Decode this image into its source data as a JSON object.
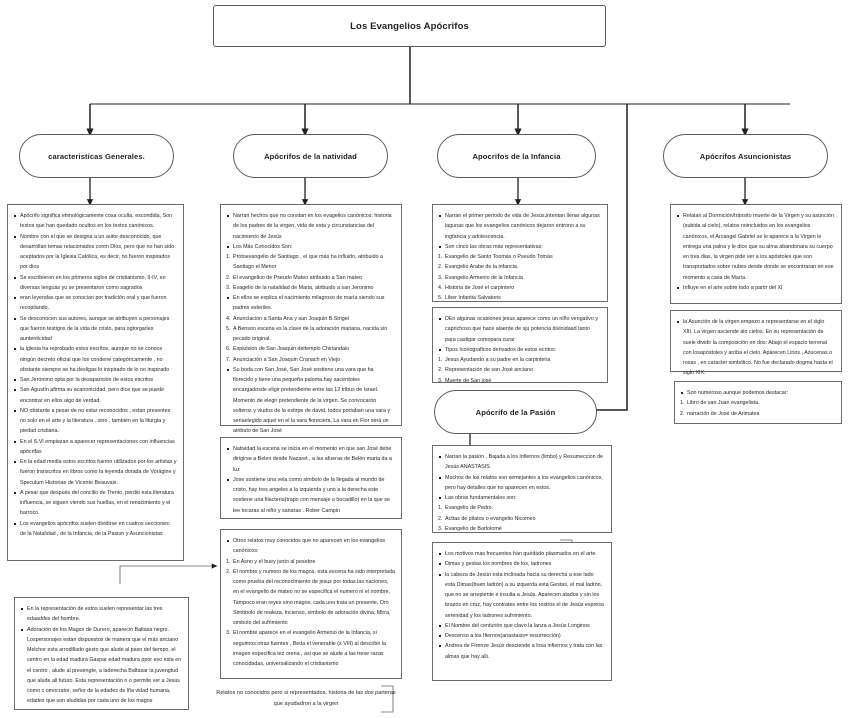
{
  "diagram": {
    "type": "mindmap-tree",
    "title": "Los Evangelios Apócrifos",
    "root": {
      "label": "Los Evangelios Apócrifos"
    },
    "branches": [
      {
        "id": "generales",
        "label": "caracteristicas Generales."
      },
      {
        "id": "natividad",
        "label": "Apócrifos de la natividad"
      },
      {
        "id": "infancia",
        "label": "Apocrifos de la Infancia"
      },
      {
        "id": "asuncionistas",
        "label": "Apócrifos Asuncionistas"
      },
      {
        "id": "pasion",
        "label": "Apócrifo de la Pasión"
      }
    ],
    "cards": {
      "generales_1": [
        {
          "marker": "bullet",
          "text": "Apócrifo significa etimológicamente cosa oculta, escondida, Son textos que han  quedado ocultos en los textos canónicos."
        },
        {
          "marker": "bullet",
          "text": "Nombre con el que se designa  a un autor desconocido, que desarrollan temas relacionados conm Dios, pero que no han sido aceptados por la Iglesia Católica, es decir, no fueron inspirados por dios"
        },
        {
          "marker": "bullet",
          "text": " Se escribieron en los primeros siglos de cristianismo, II-IV, en diversas lenguas yu se presentaron como sagrados"
        },
        {
          "marker": "bullet",
          "text": "eran leyendas que se conocian por tradición oral y que fueron recopilando."
        },
        {
          "marker": "bullet",
          "text": "Se desconocen sus autores, aunque se atribuyen  a personajes que fueron testigos de la vida de cristo, para ogtorgarles auntenticidad"
        },
        {
          "marker": "bullet",
          "text": "la iglesia ha reprobado estos escritos, aunque no se conoce ningún decreto oficial que los condene categóricamente , no obstante siempre se ha desligas lo inspirado de lo no inspirado"
        },
        {
          "marker": "bullet",
          "text": "San Jerónimo opta por la desaparición de estos escritos"
        },
        {
          "marker": "bullet",
          "text": "San Agustín afirma su acanonicidad, pero dice que se puede encontrar en ellos algo de verdad."
        },
        {
          "marker": "bullet",
          "text": "NO obstante a pesar de no estar reconocidos , estan presentes no solo en el arte y la literatura , sino , también en la liturgia y piedad cristiana."
        },
        {
          "marker": "bullet",
          "text": "En el S.VI empiezan a aparecer representaciones con influencias apócrifas"
        },
        {
          "marker": "bullet",
          "text": "En la edad media estos escritos fueron utilizados por los artistas y fueron transcritos en libros como la leyenda dorada de Vorágine y Speculum Historiae de Vicente Beauvais."
        },
        {
          "marker": "bullet",
          "text": "A pesar que después del concilio de Trento, perdio esta literatura influencia, se siguen viendo sus huellas, en el renacimiento y el barroco."
        },
        {
          "marker": "bullet",
          "text": "Los evangelios apócrifos suelen dividirse en cuatros secciones: de la Natalidad , de la Infancia, de la Pasion y Asuncionistas"
        }
      ],
      "generales_2": [
        {
          "marker": "bullet",
          "text": "En la representación de estos suelen representar las tres edaaddes del hombre."
        },
        {
          "marker": "bullet",
          "text": "Adoración de los Magos de Durero, apareció Baltasa negro. Lospersonajes estan dispuestos de manera que el más anciano Melchor esta arrodillado gesto que alude al paso del tiempo, el centro en la edad madura Gaspar edad  madura ppor eso esta en el centro , alude al  presengte,  a laderecha Baltasar la juvengtud que alude all futuro. Esta representación n o permite ver a Jesús como c omocrator, señor de la edades de lña vidad humana, edades que son aludidas por cada uno de los magos"
        }
      ],
      "natividad_1": [
        {
          "marker": "bullet",
          "text": "Narran hechos que no constan en los evagelios canónicos: historia de los padres de la virgen, vida de esta y circunstancias del nacimiento de Jesús"
        },
        {
          "marker": "bullet",
          "text": "Los Más Conocidos Son:"
        },
        {
          "marker": "number",
          "num": "1.",
          "text": "Protoevangelio de Santiago , el que más ha influido, atribuido a Santiago el Menor"
        },
        {
          "marker": "number",
          "num": "2.",
          "text": "El evangelkio de Pseudo Mateo atribuido a San mateo"
        },
        {
          "marker": "number",
          "num": "3.",
          "text": "Evagelio de la natalidad de Maria, atribuido a san Jeronimo"
        },
        {
          "marker": "bullet",
          "text": "En ellos se explica  el nacimiento milagroso de maría siendo sus padres esteriles."
        },
        {
          "marker": "number",
          "num": "4.",
          "text": "Anunciación a Santa Ana y san Joaquin B.Strigel"
        },
        {
          "marker": "number",
          "num": "5.",
          "text": "A Benson escena es la clave de la adoración mariana, nacida sin pecado original."
        },
        {
          "marker": "number",
          "num": "6.",
          "text": "Expiulsion de San Joaquin deltemplo Chirlandaio"
        },
        {
          "marker": "number",
          "num": "7.",
          "text": "Anunciación a San Joaquin Cranach en Viejo"
        },
        {
          "marker": "bullet",
          "text": "Su boda con San José, San José sostiene una vara que ha  florecido y tiene una pequeña paloma.hay sacerdotes encargadosde eligir pretendiente entre las 12 tribus de Israel. Momento de elegir pretendiente de la virgen. Se convocarón solteros y viudos de la estirpe de david, todos portaban una vara y seriaelegido aquel en el la vara floreciera, La vara en Flor será un atributo de San  José"
        }
      ],
      "natividad_2": [
        {
          "marker": "bullet",
          "text": "Natividad la escena se inicia en el momento en que san José debe dirigirse a Belen desde Nazaret , a las afueras de Belén maria da a luz"
        },
        {
          "marker": "bullet",
          "text": "Jose sostiene una vela como simbolo de la llegada al mundo de cristo, hay tres angeles a la izquierda y uno a la derecha este sostiene una filacteria(trapo con mensaje o bocadillo) en la que se lee tocaras al niño y sanaras . Rober Campin"
        }
      ],
      "natividad_3": [
        {
          "marker": "bullet",
          "text": "Otros relatos muy conocidos que no aparecen en los evangelios canónicos:"
        },
        {
          "marker": "number",
          "num": "1.",
          "text": "En Asno y el buey junto al pesebre"
        },
        {
          "marker": "number",
          "num": "2.",
          "text": "El nombre y  numero de los magos, esta escena ha sido interpretada como prueba del reconocimiento de jesus por todas las naciones, en el evangelio de mateo no se especifica el numero ni el nombre, Tampoco eran reyes sino magos, cada uno traia un presente, Oro Simbbolo de realeza, Incienso, simbolo de adoración divina, Mirra, simbolo del sufrimiento"
        },
        {
          "marker": "number",
          "num": "3.",
          "text": "El nombre aparece en el evangelio Armenio de la Infancia, si seguimos otras fuentes , Beda el venerable (s VIII) al describir la imagen especifica tez orena , asi que se alude a las trese razas conocidadas, universalizando el cristianismo"
        }
      ],
      "natividad_4": {
        "text": "Relatos no conocidos pero si representados, historia de las dos parteras que ayudadron a la virgen"
      },
      "infancia_1": [
        {
          "marker": "bullet",
          "text": "Narran el primer periodo de vida de Jesús,intentan llenar algunas lagunas que los evangelios canónicos dejaron entrono a su ingfancia y adolescencia."
        },
        {
          "marker": "bullet",
          "text": "Son cinco las obras más representativas:"
        },
        {
          "marker": "number",
          "num": "1.",
          "text": "Evangelio de Santo Toomás o Pseudo Tomás"
        },
        {
          "marker": "number",
          "num": "2.",
          "text": "Evangelio Arabe de la infancia."
        },
        {
          "marker": "number",
          "num": "3.",
          "text": "Evangelio Armenio de la Infancia"
        },
        {
          "marker": "number",
          "num": "4.",
          "text": "Historia de José el carpintero"
        },
        {
          "marker": "number",
          "num": "5.",
          "text": "Liber Infantia Salvatoris"
        }
      ],
      "infancia_2": [
        {
          "marker": "bullet",
          "text": "DEn algunas ocasiones jesus aparece como un niño vengativo y caprichoso que hace alaerde de sju potencia divinidaad tanto para castigar comopara curar"
        },
        {
          "marker": "bullet",
          "text": "Tipos Iconograficos derivados de estos ecritos:"
        },
        {
          "marker": "number",
          "num": "1.",
          "text": "Jesus Ayudando a su padre en la carpinteria"
        },
        {
          "marker": "number",
          "num": "2.",
          "text": " Representación de san José anciano"
        },
        {
          "marker": "number",
          "num": "3.",
          "text": "Muerte de San josé"
        }
      ],
      "pasion_1": [
        {
          "marker": "bullet",
          "text": "Narran la pasión , Bajada a los infiernos (limbo) y Resumeccion de Jesús  ANASTASIS."
        },
        {
          "marker": "bullet",
          "text": "Muchos de los relatos son semejantes a los evangelios canónicos, pero hay detalles que no aparecen en estos."
        },
        {
          "marker": "bullet",
          "text": "Las obras fundamentales  son:"
        },
        {
          "marker": "number",
          "num": "1.",
          "text": "Evangelio de Pedro."
        },
        {
          "marker": "number",
          "num": "2.",
          "text": "Acttas de pilatos o evangelio Nicomeo"
        },
        {
          "marker": "number",
          "num": "3.",
          "text": "Evangelio de Bartolomé"
        }
      ],
      "pasion_2": [
        {
          "marker": "bullet",
          "text": "Los motivos mas frecuentes han quedado plasmados en el arte."
        },
        {
          "marker": "bullet",
          "text": "Dimas y gestas los nombres de los, ladrones"
        },
        {
          "marker": "bullet",
          "text": "la cabeza de Jesún esta inclinada hacia su derecha a ese lado esta Dimas(buen ladrón) a su izquerda esta Gestas, el mal ladrón, que no se arrepiente e insulta a Jesús. Aparecen atados y sin los brazos en cruz, hay contrates entre los rostros el de Jesús expresa serenidad y los ladrones sufrimiento."
        },
        {
          "marker": "bullet",
          "text": "El Nombre del centurión que clavo la lanza a Jesús Longinos"
        },
        {
          "marker": "bullet",
          "text": "Descenso a los Ifiernos(anastasis= resurrección)"
        },
        {
          "marker": "bullet",
          "text": "Andrea de Firenze Jesús desciende a losa infiernos y trata con las almas que hay alli."
        }
      ],
      "asuncionistas_1": [
        {
          "marker": "bullet",
          "text": "Relatan al Dormición/tránsito muerte de la Virgen y su asunción (subida al cielo), relatos noincluidos en los evangelios canónicos, el Arcangel Gabriel se le aparece a la Virgen le entrega una palna y le dice que su alma abandonara su cuerpo en tres dias, la virgen pide ver a los apóstoles que son transportados sobre nubes  desde donde se encontraran en ese momento a casa de María."
        },
        {
          "marker": "bullet",
          "text": "Influye en el arte sobre todo a partir del XI"
        }
      ],
      "asuncionistas_2": [
        {
          "marker": "bullet",
          "text": "la Asunción de la virgen empezo a representarse en el siglo XIII. La virgen asciende alo cielos. En su representación de suele dividir la composición en dos: Abajo el espacio terrenal con losapóstoles y arriba el cielo. Aparecen Lirios , Azucenas o rosas , en caracter simbólico. No fue declarado dogma hasta el siglo XIX."
        }
      ],
      "asuncionistas_3": [
        {
          "marker": "bullet",
          "text": "Son numeroso aunque podemos destacar:"
        },
        {
          "marker": "number",
          "num": "1.",
          "text": "Libro de san Juan evangelista."
        },
        {
          "marker": "number",
          "num": "2.",
          "text": "narración de José de Arimatea"
        }
      ]
    },
    "colors": {
      "stroke": "#5a5a5a",
      "text": "#231f20",
      "background": "#ffffff"
    }
  }
}
